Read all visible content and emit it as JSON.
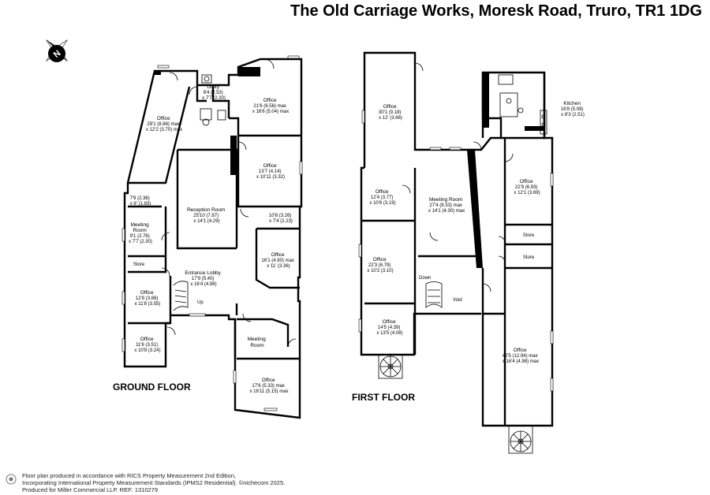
{
  "title": "The Old Carriage Works, Moresk Road, Truro, TR1 1DG",
  "compass_letter": "N",
  "floors": {
    "ground": "GROUND FLOOR",
    "first": "FIRST FLOOR"
  },
  "ground_rooms": {
    "office_a": {
      "name": "Office",
      "l1": "29'1 (8.86) max",
      "l2": "x 12'2 (3.70) max"
    },
    "utility": {
      "name": "Utility",
      "l1": "8'4 (2.53)",
      "l2": "x 7'7 (2.30)"
    },
    "office_b": {
      "name": "Office",
      "l1": "21'6 (6.56) max",
      "l2": "x 16'6 (5.04) max"
    },
    "office_c": {
      "name": "Office",
      "l1": "13'7 (4.14)",
      "l2": "x 10'11 (3.32)"
    },
    "small_a": {
      "l1": "7'9 (2.36)",
      "l2": "x 6' (1.83)"
    },
    "meeting_a": {
      "name": "Meeting",
      "name2": "Room",
      "l1": "9'1 (2.76)",
      "l2": "x 7'7 (2.30)"
    },
    "store": {
      "name": "Store"
    },
    "reception": {
      "name": "Reception Room",
      "l1": "25'10 (7.87)",
      "l2": "x 14'1 (4.29)"
    },
    "small_b": {
      "l1": "10'8 (3.26)",
      "l2": "x 7'4 (2.23)"
    },
    "office_d": {
      "name": "Office",
      "l1": "16'1 (4.90) max",
      "l2": "x 11' (3.36)"
    },
    "lobby": {
      "name": "Entrance Lobby",
      "l1": "17'9 (5.40)",
      "l2": "x 16'4 (4.98)"
    },
    "up": "Up",
    "office_e": {
      "name": "Office",
      "l1": "12'8 (3.86)",
      "l2": "x 11'8 (3.55)"
    },
    "office_f": {
      "name": "Office",
      "l1": "11'6 (3.51)",
      "l2": "x 10'8 (3.24)"
    },
    "meeting_b": {
      "name": "Meeting",
      "name2": "Room"
    },
    "office_g": {
      "name": "Office",
      "l1": "17'6 (5.33) max",
      "l2": "x 16'11 (5.15) max"
    }
  },
  "first_rooms": {
    "office_a": {
      "name": "Office",
      "l1": "30'1 (9.18)",
      "l2": "x 12' (3.66)"
    },
    "office_b": {
      "name": "Office",
      "l1": "12'4 (3.77)",
      "l2": "x 10'6 (3.19)"
    },
    "meeting": {
      "name": "Meeting Room",
      "l1": "27'4 (8.33) max",
      "l2": "x 14'1 (4.30) max"
    },
    "office_c": {
      "name": "Office",
      "l1": "22'3 (6.79)",
      "l2": "x 10'2 (3.10)"
    },
    "down": "Down",
    "void": "Void",
    "office_d": {
      "name": "Office",
      "l1": "14'5 (4.39)",
      "l2": "x 13'5 (4.08)"
    },
    "kitchen": {
      "name": "Kitchen",
      "l1": "16'8 (5.08)",
      "l2": "x 8'3 (2.51)"
    },
    "office_e": {
      "name": "Office",
      "l1": "22'9 (6.93)",
      "l2": "x 12'1 (3.69)"
    },
    "store_a": {
      "name": "Store"
    },
    "store_b": {
      "name": "Store"
    },
    "office_f": {
      "name": "Office",
      "l1": "42'5 (12.94) max",
      "l2": "x 16'4 (4.98) max"
    }
  },
  "footer": {
    "line1": "Floor plan produced in accordance with RICS Property Measurement 2nd Edition,",
    "line2": "Incorporating International Property Measurement Standards (IPMS2 Residential).  ©nichecom 2025.",
    "line3": "Produced for Miller Commercial LLP.   REF:   1310279"
  }
}
